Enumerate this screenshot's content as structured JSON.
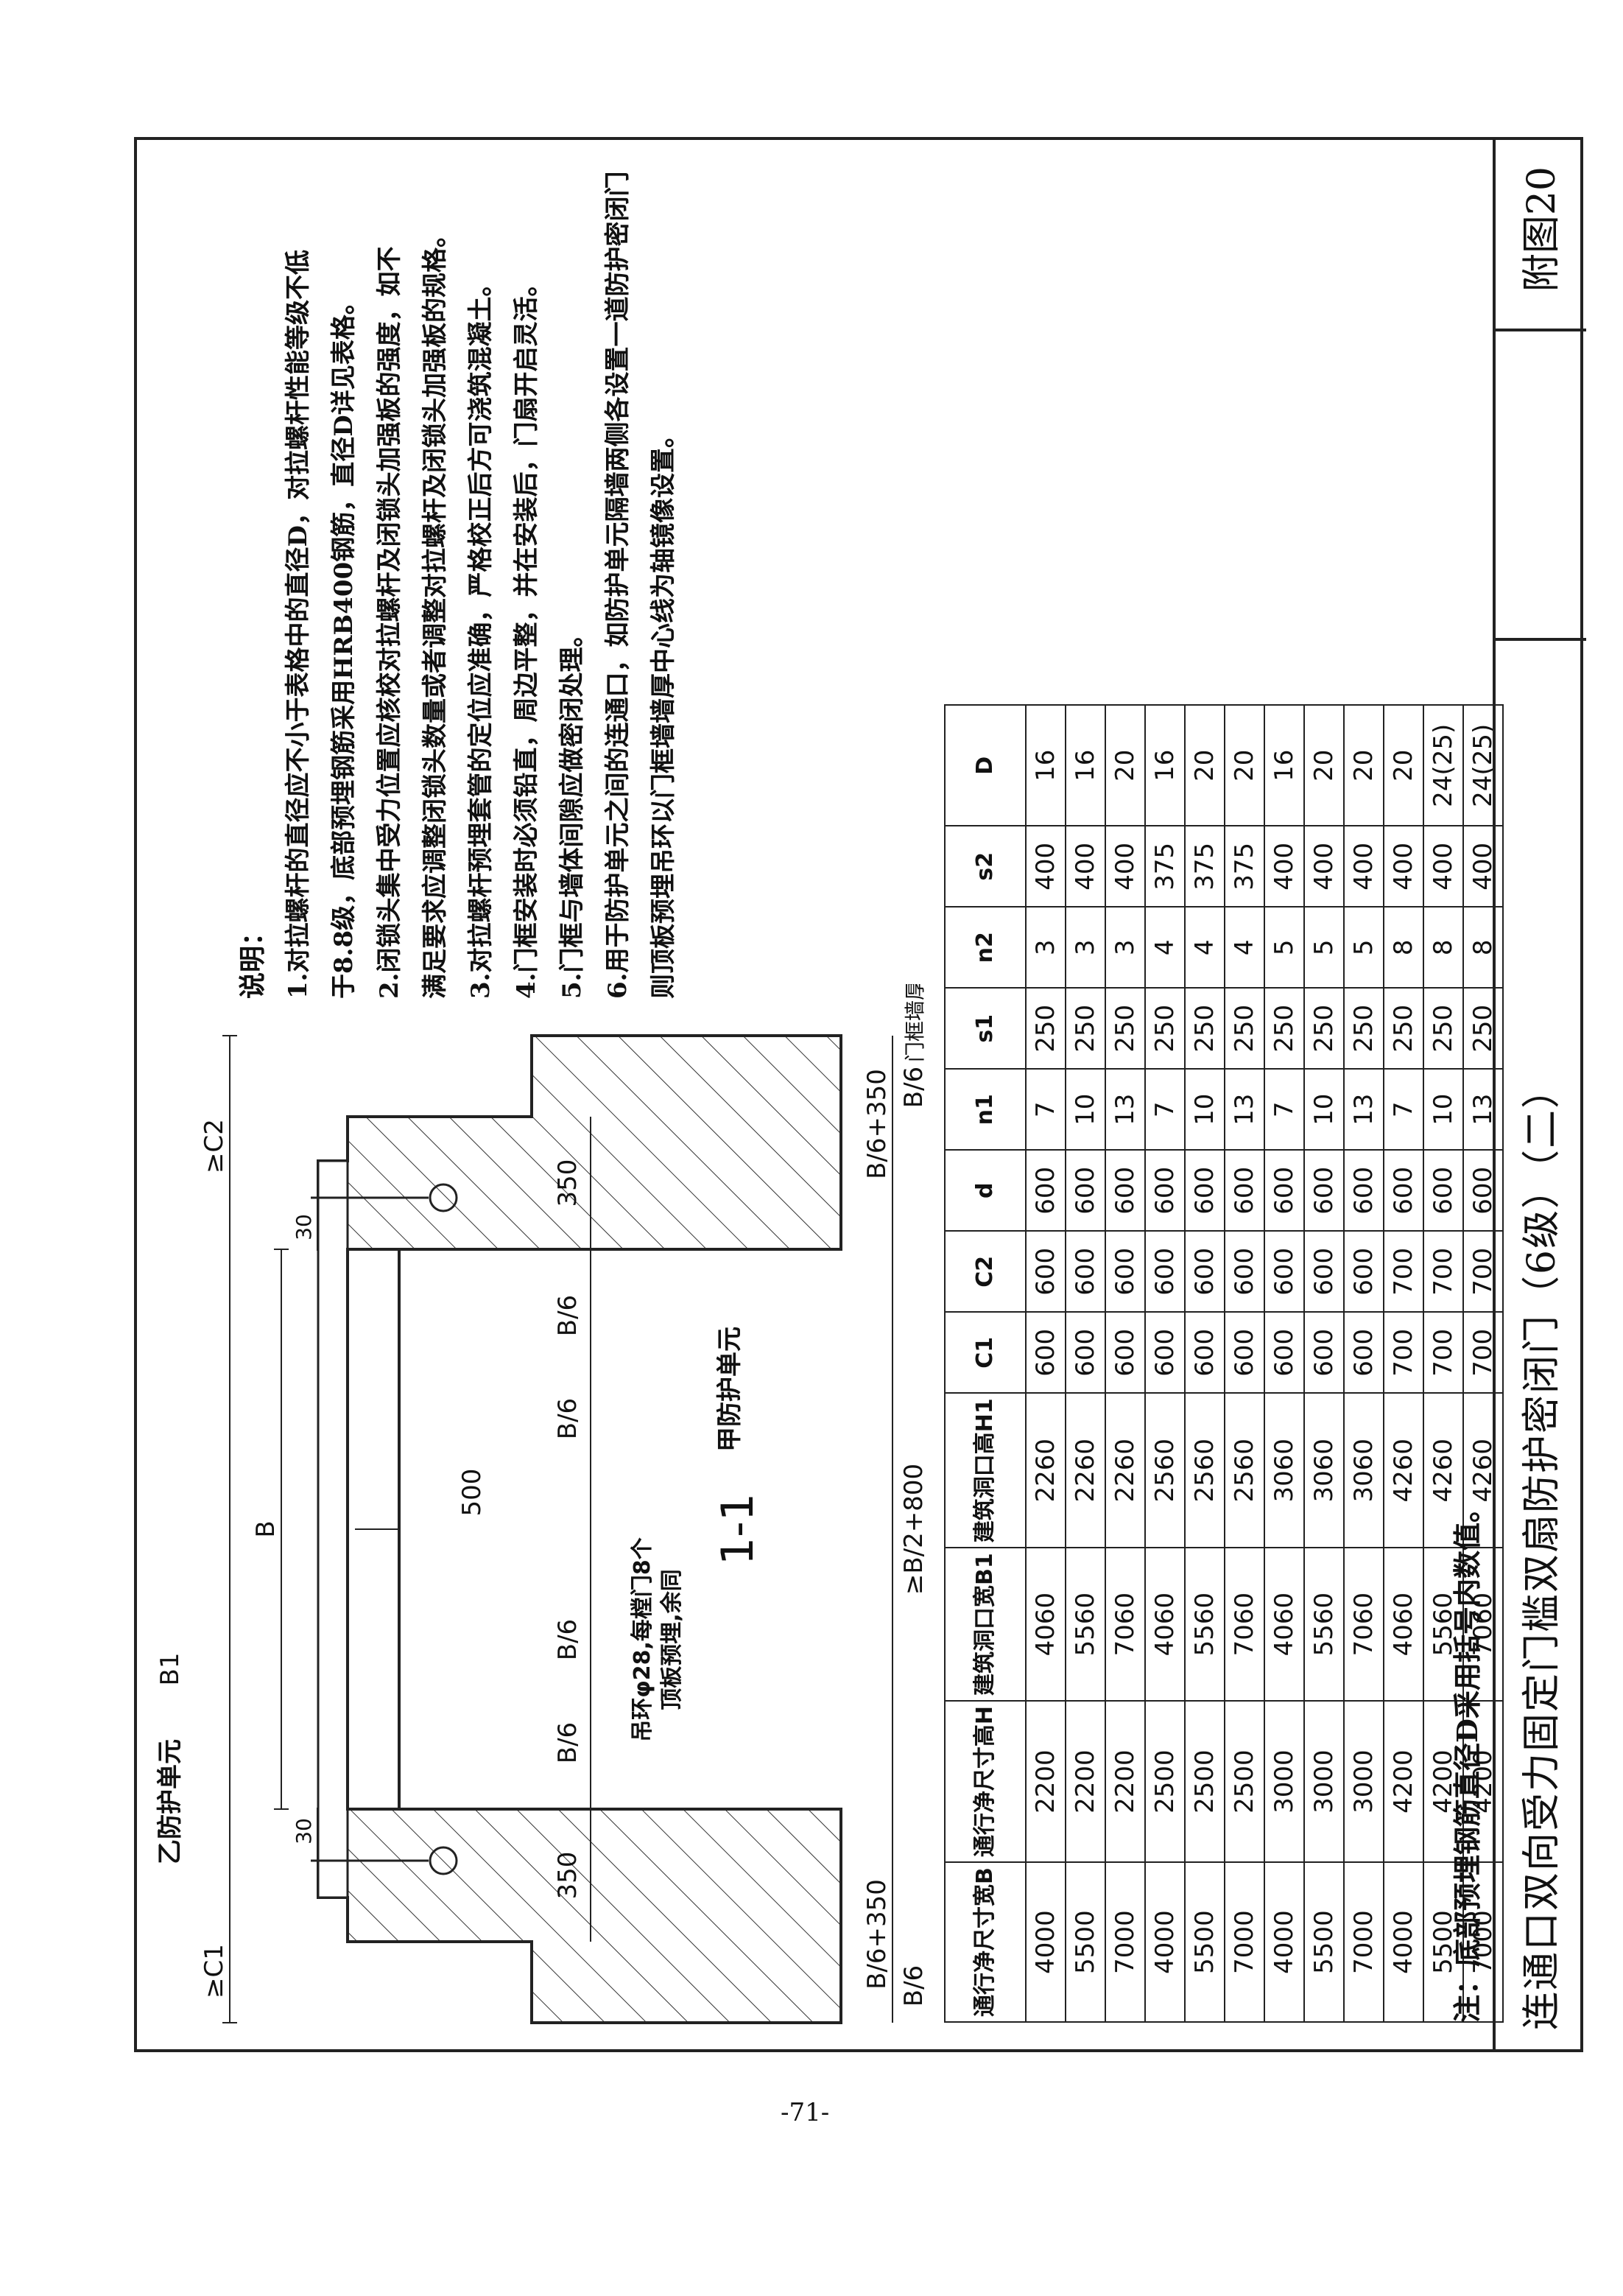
{
  "title": {
    "main": "连通口双向受力固定门槛双扇防护密闭门（6级）（二）",
    "figure": "附图20"
  },
  "drawing": {
    "section_label": "1-1",
    "unit_left": "乙防护单元",
    "unit_right": "甲防护单元",
    "dim_b1": "B1",
    "dim_b": "B",
    "dim_c1": "≥C1",
    "dim_c2": "≥C2",
    "dim_30a": "30",
    "dim_30b": "30",
    "dim_350a": "350",
    "dim_350b": "350",
    "dim_b6_1": "B/6",
    "dim_b6_2": "B/6",
    "dim_b6_3": "B/6",
    "dim_b6_4": "B/6",
    "dim_b6_5": "B/6",
    "dim_b6_6": "B/6",
    "dim_b6_350a": "B/6+350",
    "dim_b6_350b": "B/6+350",
    "dim_500": "500",
    "dim_b2_800": "≥B/2+800",
    "hook_note": "吊环φ28,每樘门8个",
    "hook_note2": "顶板预埋,余同",
    "wall_note": "门框墙厚"
  },
  "notes": {
    "heading": "说明：",
    "items": [
      "1.对拉螺杆的直径应不小于表格中的直径D，对拉螺杆性能等级不低",
      "   于8.8级，底部预埋钢筋采用HRB400钢筋，直径D详见表格。",
      "2.闭锁头集中受力位置应核校对拉螺杆及闭锁头加强板的强度，如不",
      "   满足要求应调整闭锁头数量或者调整对拉螺杆及闭锁头加强板的规格。",
      "3.对拉螺杆预埋套管的定位应准确，严格校正后方可浇筑混凝土。",
      "4.门框安装时必须铅直，周边平整，并在安装后，门扇开启灵活。",
      "5.门框与墙体间隙应做密闭处理。",
      "6.用于防护单元之间的连通口，如防护单元隔墙两侧各设置一道防护密闭门",
      "   则顶板预埋吊环以门框墙墙厚中心线为轴镜像设置。"
    ]
  },
  "table": {
    "headers": [
      "通行净尺寸宽B",
      "通行净尺寸高H",
      "建筑洞口宽B1",
      "建筑洞口高H1",
      "C1",
      "C2",
      "d",
      "n1",
      "s1",
      "n2",
      "s2",
      "D"
    ],
    "rows": [
      [
        "4000",
        "2200",
        "4060",
        "2260",
        "600",
        "600",
        "600",
        "7",
        "250",
        "3",
        "400",
        "16"
      ],
      [
        "5500",
        "2200",
        "5560",
        "2260",
        "600",
        "600",
        "600",
        "10",
        "250",
        "3",
        "400",
        "16"
      ],
      [
        "7000",
        "2200",
        "7060",
        "2260",
        "600",
        "600",
        "600",
        "13",
        "250",
        "3",
        "400",
        "20"
      ],
      [
        "4000",
        "2500",
        "4060",
        "2560",
        "600",
        "600",
        "600",
        "7",
        "250",
        "4",
        "375",
        "16"
      ],
      [
        "5500",
        "2500",
        "5560",
        "2560",
        "600",
        "600",
        "600",
        "10",
        "250",
        "4",
        "375",
        "20"
      ],
      [
        "7000",
        "2500",
        "7060",
        "2560",
        "600",
        "600",
        "600",
        "13",
        "250",
        "4",
        "375",
        "20"
      ],
      [
        "4000",
        "3000",
        "4060",
        "3060",
        "600",
        "600",
        "600",
        "7",
        "250",
        "5",
        "400",
        "16"
      ],
      [
        "5500",
        "3000",
        "5560",
        "3060",
        "600",
        "600",
        "600",
        "10",
        "250",
        "5",
        "400",
        "20"
      ],
      [
        "7000",
        "3000",
        "7060",
        "3060",
        "600",
        "600",
        "600",
        "13",
        "250",
        "5",
        "400",
        "20"
      ],
      [
        "4000",
        "4200",
        "4060",
        "4260",
        "700",
        "700",
        "600",
        "7",
        "250",
        "8",
        "400",
        "20"
      ],
      [
        "5500",
        "4200",
        "5560",
        "4260",
        "700",
        "700",
        "600",
        "10",
        "250",
        "8",
        "400",
        "24(25)"
      ],
      [
        "7000",
        "4200",
        "7060",
        "4260",
        "700",
        "700",
        "600",
        "13",
        "250",
        "8",
        "400",
        "24(25)"
      ]
    ],
    "note": "注：底部预埋钢筋直径D采用括号内数值。"
  },
  "page_number": "-71-"
}
